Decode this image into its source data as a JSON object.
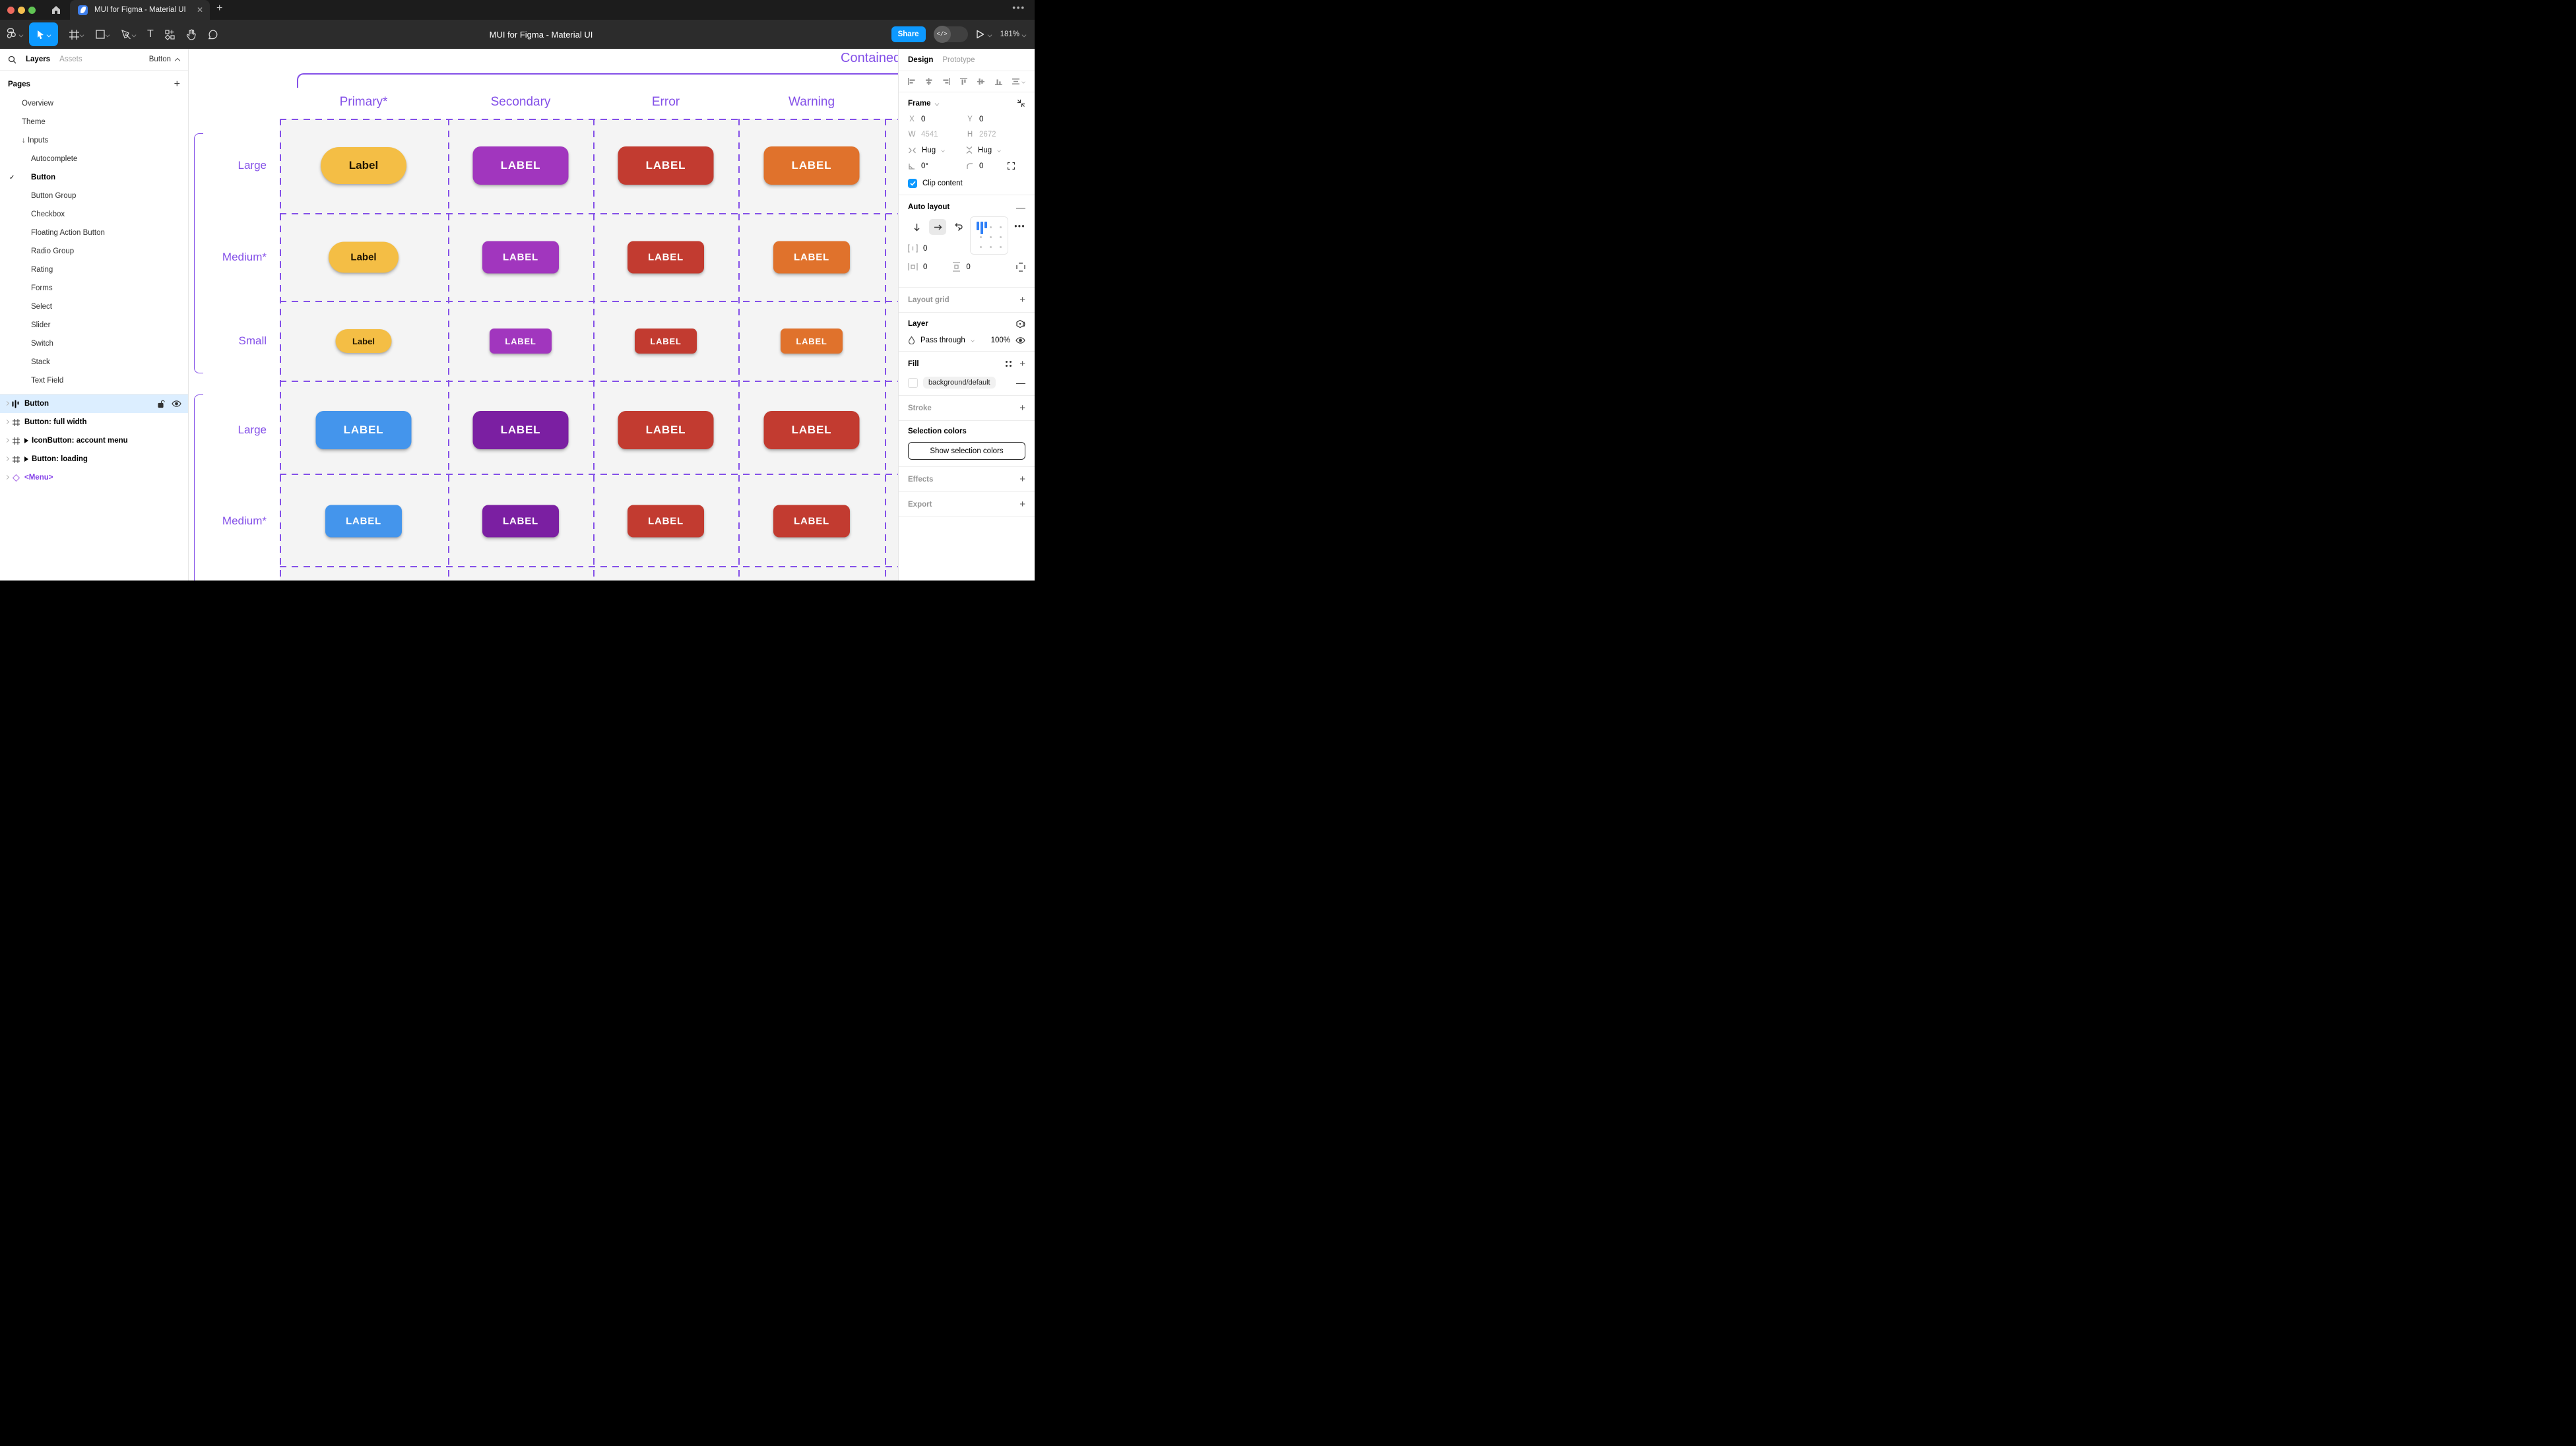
{
  "chrome": {
    "tab_title": "MUI for Figma - Material UI",
    "document_title": "MUI for Figma - Material UI",
    "share_label": "Share",
    "zoom_level": "181%"
  },
  "left_panel": {
    "tab_layers": "Layers",
    "tab_assets": "Assets",
    "page_switcher": "Button",
    "pages_header": "Pages",
    "pages": [
      {
        "label": "Overview",
        "level": 1
      },
      {
        "label": "Theme",
        "level": 1
      },
      {
        "label": "Inputs",
        "level": 1,
        "arrow": "↓"
      },
      {
        "label": "Autocomplete",
        "level": 2
      },
      {
        "label": "Button",
        "level": 2,
        "checked": true,
        "bold": true
      },
      {
        "label": "Button Group",
        "level": 2
      },
      {
        "label": "Checkbox",
        "level": 2
      },
      {
        "label": "Floating Action Button",
        "level": 2
      },
      {
        "label": "Radio Group",
        "level": 2
      },
      {
        "label": "Rating",
        "level": 2
      },
      {
        "label": "Forms",
        "level": 2
      },
      {
        "label": "Select",
        "level": 2
      },
      {
        "label": "Slider",
        "level": 2
      },
      {
        "label": "Switch",
        "level": 2
      },
      {
        "label": "Stack",
        "level": 2
      },
      {
        "label": "Text Field",
        "level": 2
      }
    ],
    "layers": [
      {
        "label": "Button",
        "icon": "auto-layout",
        "selected": true
      },
      {
        "label": "Button: full width",
        "icon": "frame"
      },
      {
        "label": "IconButton: account menu",
        "icon": "frame",
        "expand": true
      },
      {
        "label": "Button: loading",
        "icon": "frame",
        "expand": true
      },
      {
        "label": "<Menu>",
        "icon": "component",
        "purple": true
      }
    ]
  },
  "canvas": {
    "section_title": "Contained",
    "accent_purple": "#8450e8",
    "columns": [
      "Primary*",
      "Secondary",
      "Error",
      "Warning"
    ],
    "rows": [
      {
        "label": "Large",
        "size": "large",
        "theme": "custom"
      },
      {
        "label": "Medium*",
        "size": "medium",
        "theme": "custom"
      },
      {
        "label": "Small",
        "size": "small",
        "theme": "custom"
      },
      {
        "label": "Large",
        "size": "large",
        "theme": "default"
      },
      {
        "label": "Medium*",
        "size": "medium",
        "theme": "default"
      }
    ],
    "themes": {
      "custom": [
        {
          "column": "primary",
          "label": "Label",
          "bg": "#f4be45",
          "fg": "#211600",
          "pill": true
        },
        {
          "column": "secondary",
          "label": "LABEL",
          "bg": "#a136be",
          "fg": "#ffffff"
        },
        {
          "column": "error",
          "label": "LABEL",
          "bg": "#c23b30",
          "fg": "#ffffff"
        },
        {
          "column": "warning",
          "label": "LABEL",
          "bg": "#e0722c",
          "fg": "#ffffff"
        }
      ],
      "default": [
        {
          "column": "primary",
          "label": "LABEL",
          "bg": "#4495ec",
          "fg": "#ffffff"
        },
        {
          "column": "secondary",
          "label": "LABEL",
          "bg": "#7b1fa2",
          "fg": "#ffffff"
        },
        {
          "column": "error",
          "label": "LABEL",
          "bg": "#c23b30",
          "fg": "#ffffff"
        },
        {
          "column": "warning",
          "label": "LABEL",
          "bg": "#c23b30",
          "fg": "#ffffff"
        }
      ]
    }
  },
  "right_panel": {
    "tab_design": "Design",
    "tab_prototype": "Prototype",
    "frame": {
      "header": "Frame",
      "x_label": "X",
      "x": "0",
      "y_label": "Y",
      "y": "0",
      "w_label": "W",
      "w": "4541",
      "h_label": "H",
      "h": "2672",
      "hug_h": "Hug",
      "hug_v": "Hug",
      "rotation": "0°",
      "radius": "0",
      "clip_label": "Clip content"
    },
    "auto_layout": {
      "header": "Auto layout",
      "gap": "0",
      "padding_h": "0",
      "padding_v": "0"
    },
    "layout_grid": {
      "header": "Layout grid"
    },
    "layer": {
      "header": "Layer",
      "blend_mode": "Pass through",
      "opacity": "100%"
    },
    "fill": {
      "header": "Fill",
      "token": "background/default",
      "swatch": "#ffffff"
    },
    "stroke": {
      "header": "Stroke"
    },
    "selection_colors": {
      "header": "Selection colors",
      "button_label": "Show selection colors"
    },
    "effects": {
      "header": "Effects"
    },
    "export": {
      "header": "Export"
    }
  }
}
